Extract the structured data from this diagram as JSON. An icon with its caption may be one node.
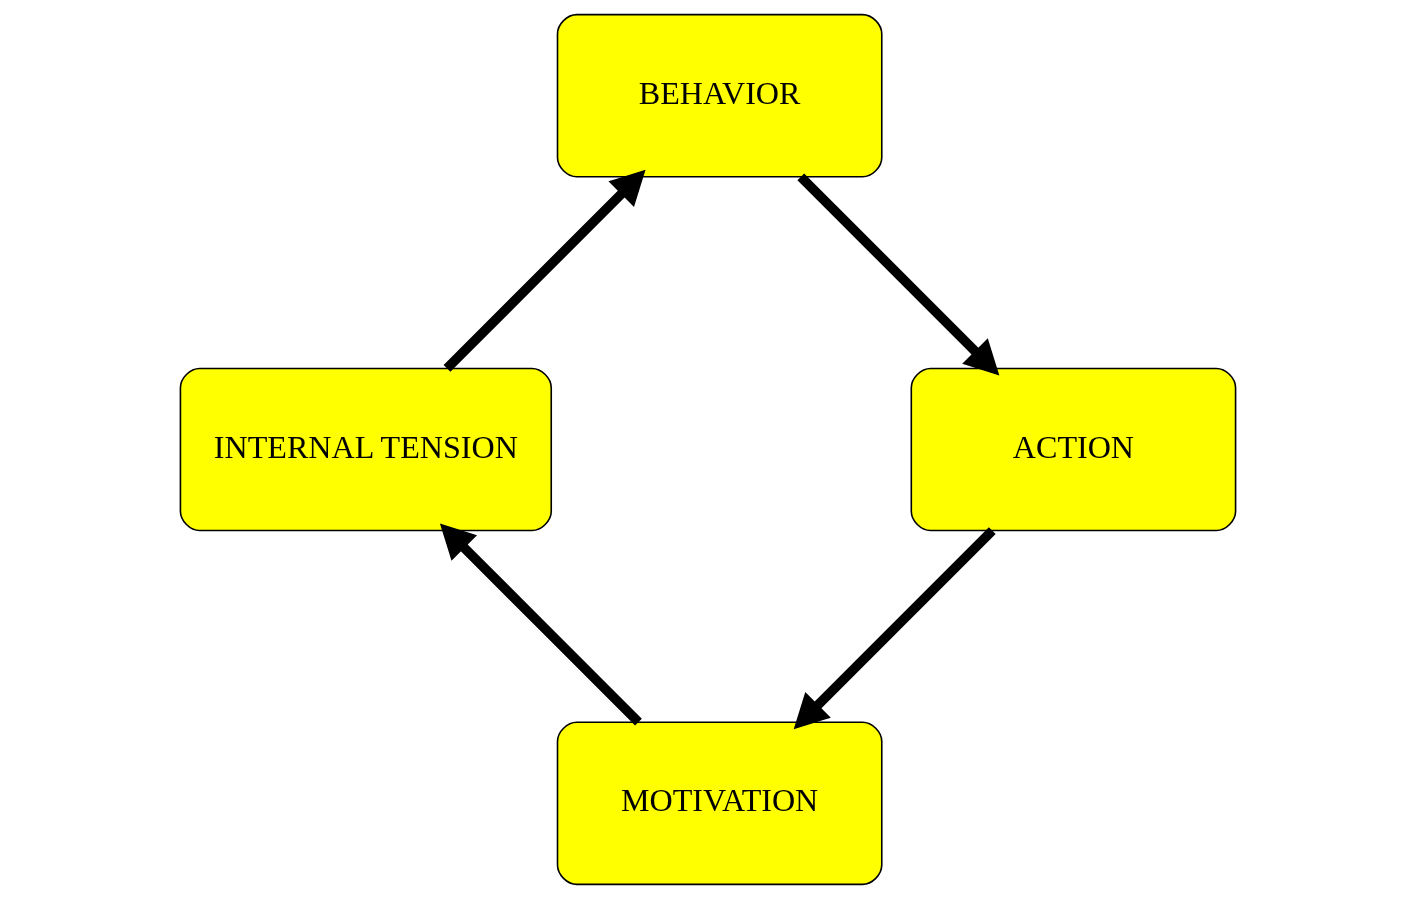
{
  "diagram": {
    "nodes": [
      {
        "text": [
          "MOTIVATION"
        ]
      },
      {
        "text": [
          "INTERNAL TENSION"
        ]
      },
      {
        "text": [
          "BEHAVIOR"
        ]
      },
      {
        "text": [
          "ACTION"
        ]
      }
    ],
    "edges": [
      {
        "from": 0,
        "to": 1,
        "arrow": "to"
      },
      {
        "from": 1,
        "to": 2,
        "arrow": "to"
      },
      {
        "from": 2,
        "to": 3,
        "arrow": "to"
      },
      {
        "from": 3,
        "to": 0,
        "arrow": "to"
      }
    ]
  }
}
